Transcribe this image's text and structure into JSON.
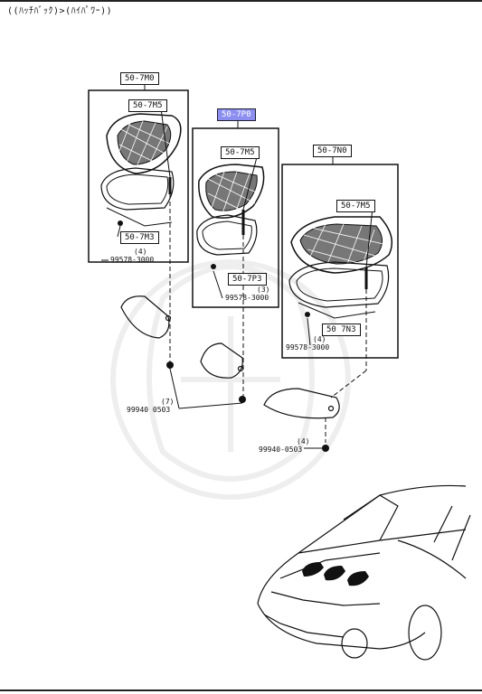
{
  "header": {
    "title": "((ﾊｯﾁﾊﾞｯｸ)>(ﾊｲﾊﾟﾜｰ))"
  },
  "refs": {
    "grp_left": "50-7M0",
    "grp_center": "50-7P0",
    "grp_right": "50-7N0",
    "grille_left": "50-7M5",
    "grille_center": "50-7M5",
    "grille_right": "50-7M5",
    "seal_left": "50-7M3",
    "seal_center": "50-7P3",
    "seal_right": "50 7N3"
  },
  "parts": {
    "screw_left": "99578-3000",
    "screw_center": "99578-3000",
    "screw_right": "99578-3000",
    "qty_left": "(4)",
    "qty_center": "(3)",
    "qty_right": "(4)",
    "nut_left": "99940 0503",
    "nut_right": "99940-0503",
    "nut_qty_left": "(7)",
    "nut_qty_right": "(4)"
  },
  "colors": {
    "highlight": "#8c8ff0"
  }
}
